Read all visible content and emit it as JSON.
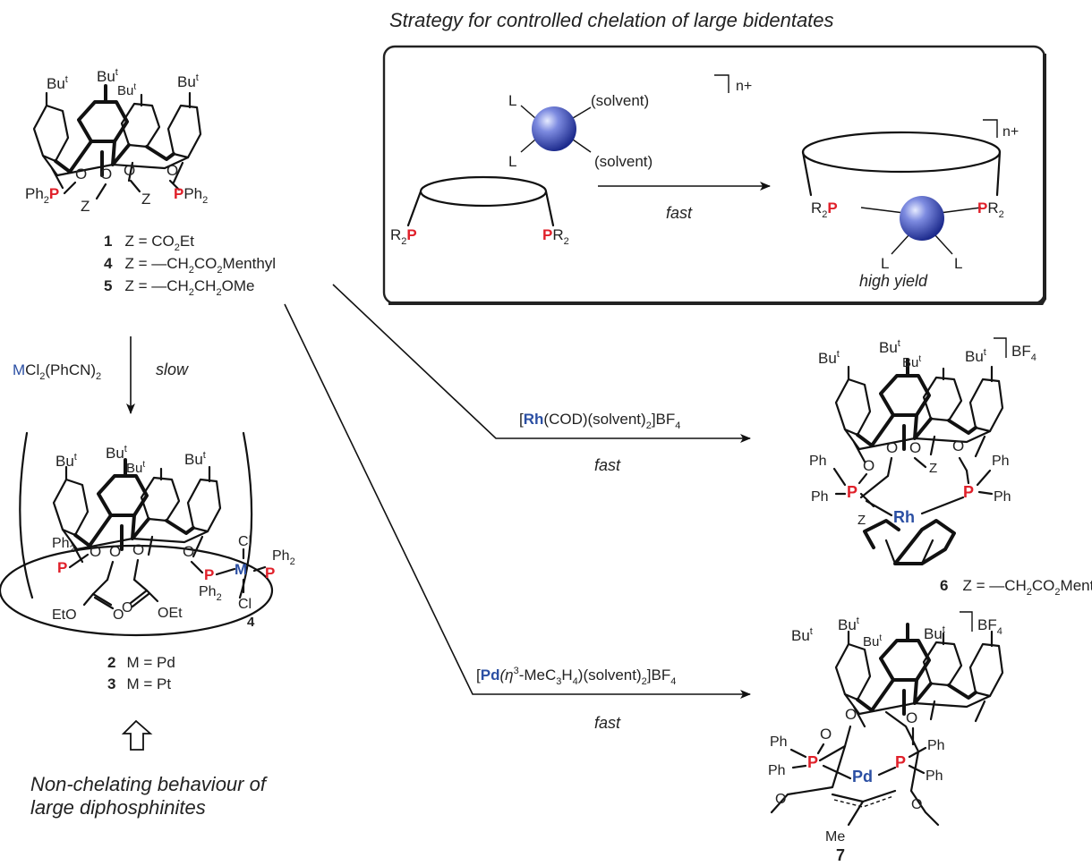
{
  "strategy_title": "Strategy for controlled chelation of large bidentates",
  "box": {
    "metal_top_L": "L",
    "metal_solvent_1": "(solvent)",
    "metal_solvent_2": "(solvent)",
    "metal_bottom_L": "L",
    "charge": "n+",
    "arrow_label": "fast",
    "ligand_left": "R",
    "ligand_right": "R",
    "P": "P",
    "sub2": "2",
    "product_charge": "n+",
    "product_L1": "L",
    "product_L2": "L",
    "yield_label": "high yield"
  },
  "common": {
    "Bu": "Bu",
    "t": "t",
    "O": "O",
    "P": "P",
    "Z": "Z",
    "Ph": "Ph",
    "Ph2": "Ph",
    "sub2": "2"
  },
  "ligands": {
    "items": [
      {
        "num": "1",
        "z_def": "Z = CO",
        "sub": "2",
        "tail": "Et"
      },
      {
        "num": "4",
        "z_def": "Z = —CH",
        "sub": "2",
        "tail": "CO",
        "sub2": "2",
        "tail2": "Menthyl"
      },
      {
        "num": "5",
        "z_def": "Z =  —CH",
        "sub": "2",
        "tail": "CH",
        "sub2": "2",
        "tail2": "OMe"
      }
    ]
  },
  "left_reaction": {
    "reagent_M": "M",
    "reagent_rest": "Cl",
    "reagent_sub": "2",
    "reagent_tail": "(PhCN)",
    "reagent_sub2": "2",
    "condition": "slow"
  },
  "polymer": {
    "Cl": "Cl",
    "M": "M",
    "EtO": "EtO",
    "OEt": "OEt",
    "O": "O",
    "subscript": "4",
    "items": [
      {
        "num": "2",
        "def": "M = Pd"
      },
      {
        "num": "3",
        "def": "M = Pt"
      }
    ]
  },
  "note": {
    "line1": "Non-chelating behaviour of",
    "line2": "large diphosphinites"
  },
  "rh_reaction": {
    "reagent_open": "[",
    "reagent_metal": "Rh",
    "reagent_rest": "(COD)(solvent)",
    "reagent_sub": "2",
    "reagent_tail": "]BF",
    "reagent_sub2": "4",
    "condition": "fast"
  },
  "rh_product": {
    "metal": "Rh",
    "counterion": "BF",
    "counterion_sub": "4",
    "num": "6",
    "z_def": "Z = —CH",
    "sub": "2",
    "tail": "CO",
    "sub2": "2",
    "tail2": "Menthyl"
  },
  "pd_reaction": {
    "reagent_open": "[",
    "reagent_metal": "Pd",
    "reagent_eta": "(η",
    "reagent_sup": "3",
    "reagent_rest": "-MeC",
    "reagent_sub": "3",
    "reagent_h": "H",
    "reagent_sub2": "4",
    "reagent_tail": ")(solvent)",
    "reagent_sub3": "2",
    "reagent_tail2": "]BF",
    "reagent_sub4": "4",
    "condition": "fast"
  },
  "pd_product": {
    "metal": "Pd",
    "counterion": "BF",
    "counterion_sub": "4",
    "methyl": "Me",
    "num": "7"
  },
  "colors": {
    "phosphorus": "#e0202a",
    "metal": "#2b4fa3",
    "sphere": "#3346b8"
  }
}
